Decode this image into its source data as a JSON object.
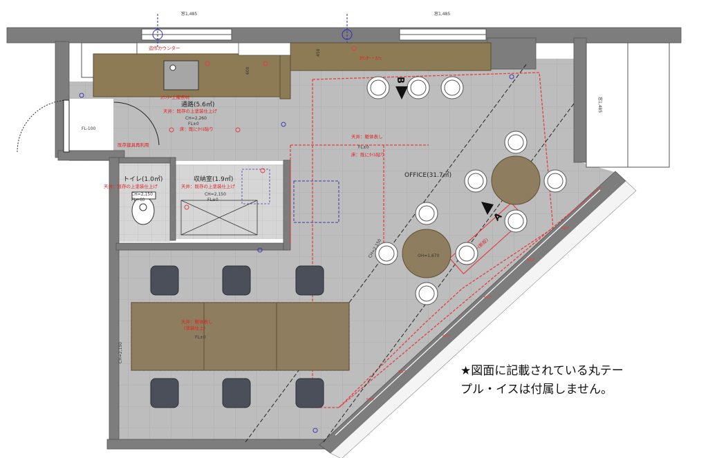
{
  "colors": {
    "wall": "#7c7c7c",
    "floor": "#bdbdbd",
    "grid": "#a4a4a4",
    "counter": "#8c7b55",
    "table": "#8e7d5e",
    "chair": "#4a4f5a",
    "lighting": "#e04040",
    "outline": "#3a3aa8"
  },
  "rooms": {
    "corridor": {
      "name": "通路(5.6㎡)",
      "ceiling": "CH=2,260",
      "fl": "FL±0",
      "finish": "床：既にﾀｲﾙ貼り"
    },
    "corridor_counter": "ｶｳﾝﾀｰ上撤去材",
    "corridor_note": "天井：既存の上塗装仕上げ",
    "toilet": {
      "name": "トイレ(1.0㎡)",
      "note": "天井：既存の上塗装仕上げ",
      "ceiling": "CH=2,150",
      "fl": "FL+60"
    },
    "storage": {
      "name": "収納室(1.9㎡)",
      "note": "天井：既存の上塗装仕上げ",
      "ceiling": "CH=2,150",
      "fl": "FL±0"
    },
    "office": {
      "name": "OFFICE(31.7㎡)"
    },
    "office_note": {
      "line1": "天井：躯体表し",
      "line2": "FL±0",
      "line3": "床：既にﾀｲﾙ貼り"
    },
    "meeting_note": {
      "line1": "天井：躯体表し",
      "line2": "(塗装仕上)",
      "line3": "FL±0"
    },
    "table_label": "OH=1,670"
  },
  "labels": {
    "entrance_fl": "FL-100",
    "door_label": "既存建具再利用",
    "window_top_left": "窓1,485",
    "window_top_right": "窓1,485",
    "window_right": "窓1,485",
    "counter_top": "造作カウンター",
    "counter_top2": "ｶｳﾝﾀｰ・ｶﾌｪ",
    "ceiling_label_left": "CH=2,150",
    "ceiling_label_mid": "CH=2,150",
    "dim_600": "600",
    "dim_450": "450",
    "section_a": "A",
    "section_b": "B",
    "new_counter": "ｶｳﾝﾀｰ(新設)"
  },
  "note": {
    "line1": "★図面に記載されている丸テー",
    "line2": "プル・イスは付属しません。"
  }
}
